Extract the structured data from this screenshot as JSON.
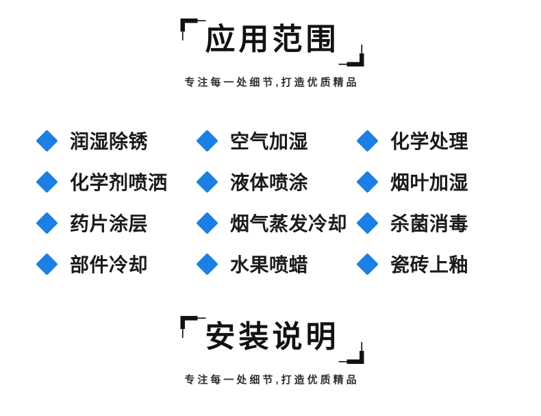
{
  "page": {
    "background": "#ffffff"
  },
  "colors": {
    "accent_blue": "#1b7fe3",
    "title_color": "#121212",
    "subtitle_color": "#2e2e2e",
    "item_text_color": "#1a1a1a"
  },
  "sections": [
    {
      "id": "applications",
      "title": "应用范围",
      "subtitle": "专注每一处细节,打造优质精品"
    },
    {
      "id": "installation",
      "title": "安装说明",
      "subtitle": "专注每一处细节,打造优质精品"
    }
  ],
  "applications": {
    "items": [
      "润湿除锈",
      "空气加湿",
      "化学处理",
      "化学剂喷洒",
      "液体喷涂",
      "烟叶加湿",
      "药片涂层",
      "烟气蒸发冷却",
      "杀菌消毒",
      "部件冷却",
      "水果喷蜡",
      "瓷砖上釉"
    ]
  },
  "icons": {
    "bullet": "blue-diamond-icon",
    "title_frame": "corner-bracket-icon"
  }
}
